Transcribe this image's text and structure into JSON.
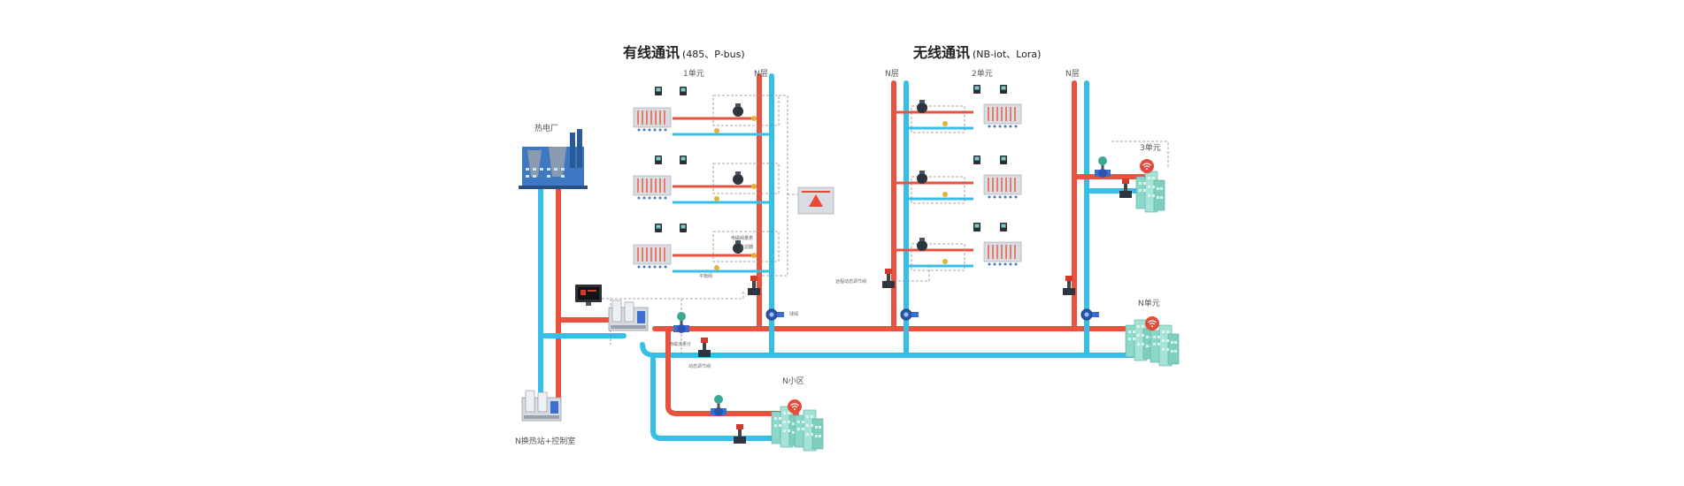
{
  "titles": {
    "wired_main": "有线通讯",
    "wired_sub": "(485、P-bus)",
    "wireless_main": "无线通讯",
    "wireless_sub": "(NB-iot、Lora)"
  },
  "labels": {
    "power_plant": "热电厂",
    "station": "N换热站+控制室",
    "unit1": "1单元",
    "unit2": "2单元",
    "unit3": "3单元",
    "unit_n": "N单元",
    "floor_n_a": "N层",
    "floor_n_b": "N层",
    "floor_n_c": "N层",
    "district_n": "N小区",
    "elec_flowmeter": "电磁流量计",
    "dyn_valve": "动态调节阀",
    "ball_valve": "球阀",
    "balance_valve": "平衡阀",
    "filter": "过滤器",
    "remote_valve": "远程动态调节阀",
    "solenoid": "电磁阀量表"
  },
  "colors": {
    "supply": "#e8533f",
    "return": "#35bfe8",
    "dashed": "#8a8a8a",
    "radiator": "#c8cdd3",
    "valve_dark": "#2e3440",
    "building": "#7fd3c2",
    "wifi": "#e84a3a"
  }
}
